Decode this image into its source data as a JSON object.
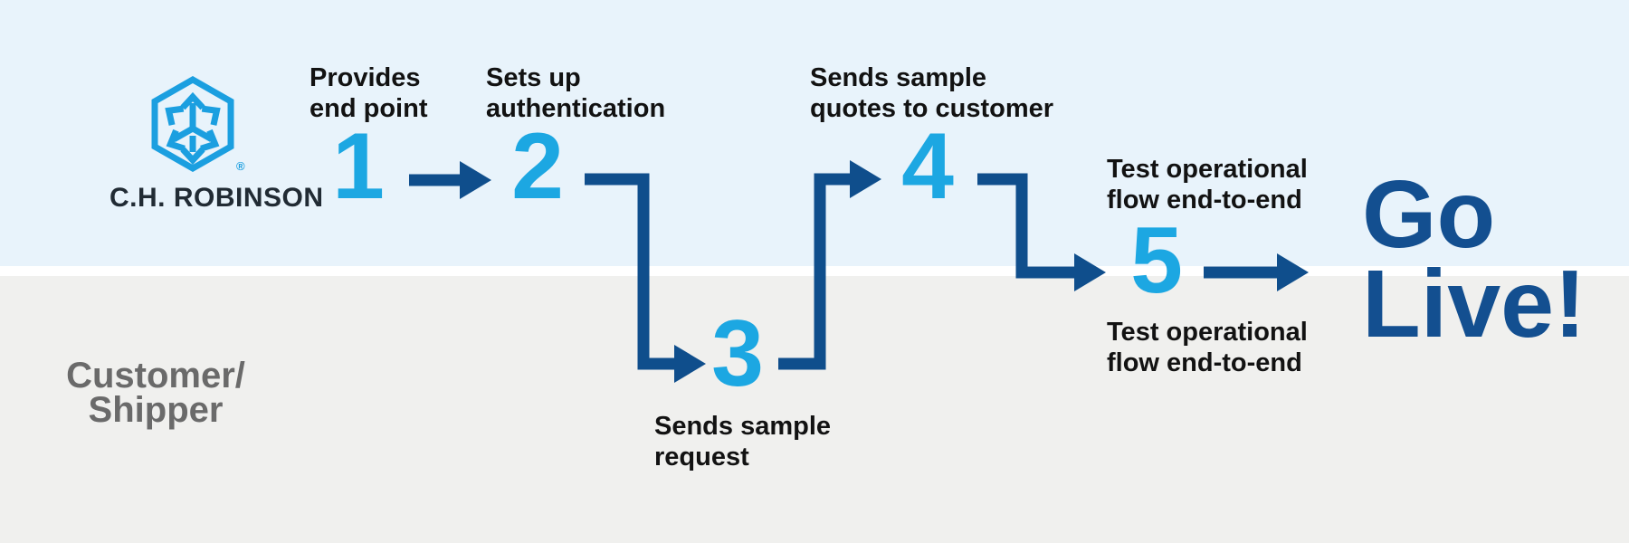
{
  "colors": {
    "lane-top-bg": "#E8F3FB",
    "lane-bottom-bg": "#F0F0EE",
    "divider": "#FFFFFF",
    "number-blue": "#1CA7E2",
    "arrow-navy": "#0F4E8C",
    "golive-navy": "#134F90",
    "label-text": "#121212",
    "customer-gray": "#6A6A6A",
    "logo-blue": "#1B9FE0",
    "wordmark-dark": "#212B34"
  },
  "brand": {
    "wordmark": "C.H. ROBINSON",
    "registered": "®"
  },
  "lanes": {
    "top": {
      "owner": "C.H. Robinson"
    },
    "bottom": {
      "label_lines": [
        "Customer/",
        "Shipper"
      ]
    }
  },
  "steps": [
    {
      "number": "1",
      "lane": "top",
      "label_lines": [
        "Provides",
        "end point"
      ]
    },
    {
      "number": "2",
      "lane": "top",
      "label_lines": [
        "Sets up",
        "authentication"
      ]
    },
    {
      "number": "3",
      "lane": "bottom",
      "label_lines": [
        "Sends sample",
        "request"
      ]
    },
    {
      "number": "4",
      "lane": "top",
      "label_lines": [
        "Sends sample",
        "quotes to customer"
      ]
    },
    {
      "number": "5",
      "lane": "both",
      "label_top_lines": [
        "Test operational",
        "flow end-to-end"
      ],
      "label_bottom_lines": [
        "Test operational",
        "flow end-to-end"
      ]
    }
  ],
  "outcome": {
    "line1": "Go",
    "line2": "Live!"
  }
}
